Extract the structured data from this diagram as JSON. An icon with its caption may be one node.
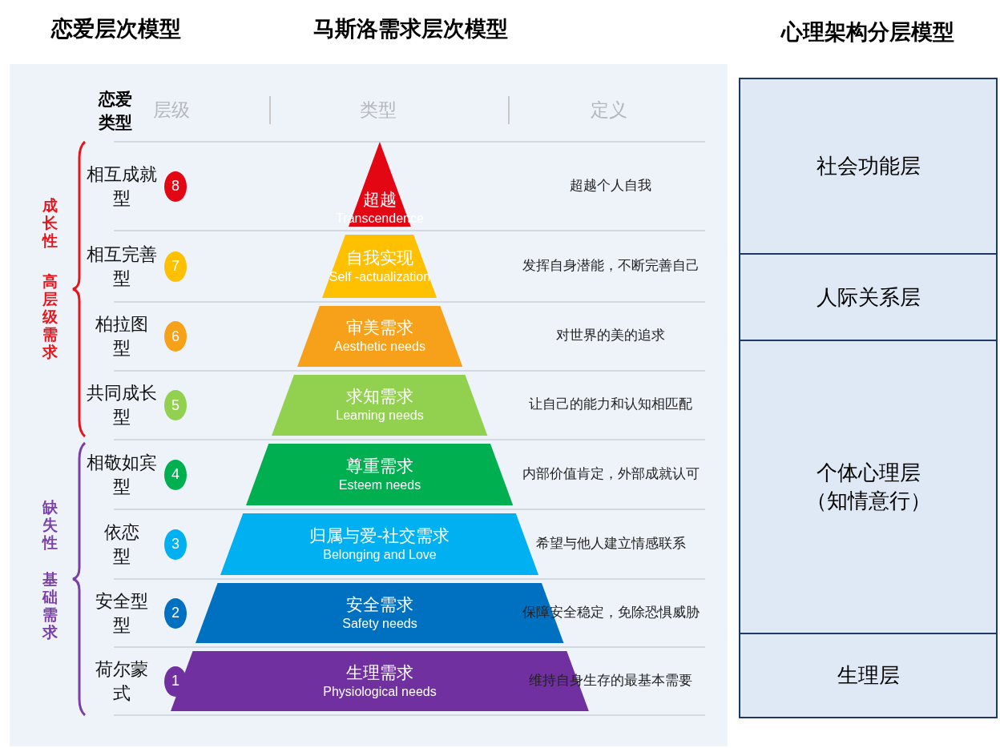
{
  "diagram": {
    "nodes": [
      {
        "text": [
          "8"
        ]
      },
      {
        "text": [
          "超越",
          "Transcendence"
        ]
      },
      {
        "text": [
          "7"
        ]
      },
      {
        "text": [
          "自我实现",
          "Self -actualization"
        ]
      },
      {
        "text": [
          "6"
        ]
      },
      {
        "text": [
          "审美需求",
          "Aesthetic needs"
        ]
      },
      {
        "text": [
          "5"
        ]
      },
      {
        "text": [
          "求知需求",
          "Leaming needs"
        ]
      },
      {
        "text": [
          "4"
        ]
      },
      {
        "text": [
          "尊重需求",
          "Esteem needs"
        ]
      },
      {
        "text": [
          "3"
        ]
      },
      {
        "text": [
          "归属与爱-社交需求",
          "Belonging and Love"
        ]
      },
      {
        "text": [
          "2"
        ]
      },
      {
        "text": [
          "安全需求",
          "Safety needs"
        ]
      },
      {
        "text": [
          "1"
        ]
      },
      {
        "text": [
          "生理需求",
          "Physiological needs"
        ]
      },
      {
        "text": [
          "社会功能层"
        ]
      },
      {
        "text": [
          "人际关系层"
        ]
      },
      {
        "text": [
          "个体心理层（知情意行）"
        ]
      },
      {
        "text": [
          "生理层"
        ]
      }
    ],
    "labels": [
      "恋爱层次模型",
      "马斯洛需求层次模型",
      "心理架构分层模型",
      "恋爱类型",
      "层级",
      "类型",
      "定义",
      "成长性",
      "高层级需求",
      "缺失性",
      "基础需求",
      "相互成就型",
      "超越个人自我",
      "相互完善型",
      "发挥自身潜能，不断完善自己",
      "柏拉图型",
      "对世界的美的追求",
      "共同成长型",
      "让自己的能力和认知相匹配",
      "相敬如宾型",
      "内部价值肯定，外部成就认可",
      "依恋型",
      "希望与他人建立情感联系",
      "安全型型",
      "保障安全稳定，免除恐惧威胁",
      "荷尔蒙式",
      "维持自身生存的最基本需要"
    ]
  }
}
